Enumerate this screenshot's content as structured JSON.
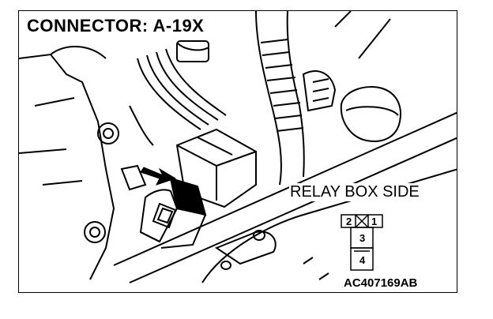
{
  "title": "CONNECTOR: A-19X",
  "side_label": "RELAY BOX SIDE",
  "figure_id": "AC407169AB",
  "connector": {
    "pins": [
      "2",
      "1",
      "3",
      "4"
    ]
  }
}
